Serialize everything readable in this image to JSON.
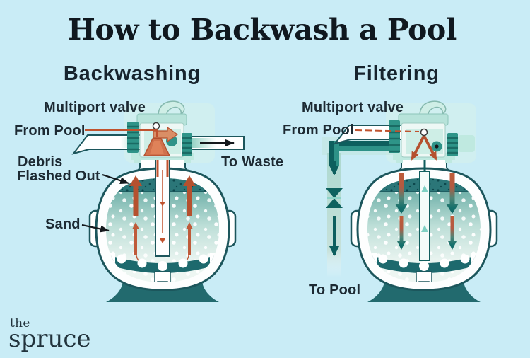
{
  "title": "How to Backwash a Pool",
  "panels": {
    "left": {
      "heading": "Backwashing",
      "labels": {
        "multiport_valve": "Multiport valve",
        "from_pool": "From Pool",
        "debris_line1": "Debris",
        "debris_line2": "Flashed Out",
        "sand": "Sand",
        "to_waste": "To Waste"
      }
    },
    "right": {
      "heading": "Filtering",
      "labels": {
        "multiport_valve": "Multiport valve",
        "from_pool": "From Pool",
        "to_pool": "To Pool"
      }
    }
  },
  "logo": {
    "line1": "the",
    "line2": "spruce"
  },
  "colors": {
    "background": "#c9ecf6",
    "ink": "#1d2a33",
    "tank_outline": "#1c565c",
    "tank_base": "#226a6e",
    "debris_layer": "#2b7678",
    "sand_top": "#54a098",
    "backwash_arrow_red": "#b5512f",
    "filter_pipe_teal": "#0d5f5e",
    "pipe_teal_light": "#2d9187",
    "valve_mint": "#bfe9e0",
    "coupling_teal": "#2e9488"
  }
}
